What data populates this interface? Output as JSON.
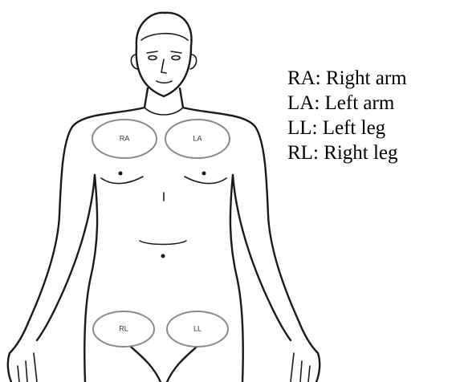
{
  "electrodes": {
    "ra": "RA",
    "la": "LA",
    "rl": "RL",
    "ll": "LL"
  },
  "legend": [
    "RA: Right arm",
    "LA: Left arm",
    "LL: Left leg",
    "RL: Right leg"
  ],
  "colors": {
    "outline": "#1a1a1a",
    "electrode_border": "#8a8a8a",
    "text": "#000000"
  }
}
